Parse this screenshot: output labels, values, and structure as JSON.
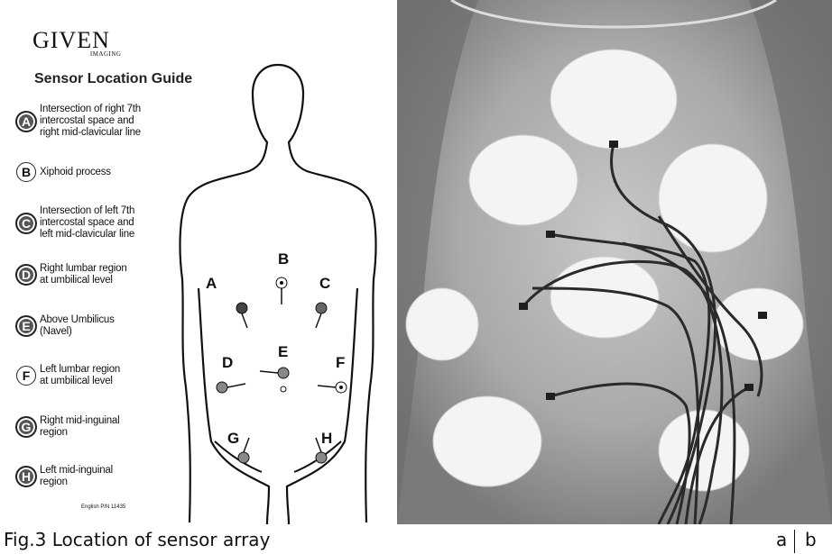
{
  "panel_a": {
    "logo": "GIVEN",
    "logo_sub": "IMAGING",
    "guide_title": "Sensor Location Guide",
    "legend": [
      {
        "letter": "A",
        "style": "filled",
        "text": "Intersection of right 7th\nintercostal space and\nright mid-clavicular line"
      },
      {
        "letter": "B",
        "style": "outline",
        "text": "Xiphoid process"
      },
      {
        "letter": "C",
        "style": "filled",
        "text": "Intersection of left 7th\nintercostal space and\nleft mid-clavicular line"
      },
      {
        "letter": "D",
        "style": "filled",
        "text": "Right lumbar region\nat umbilical level"
      },
      {
        "letter": "E",
        "style": "filled",
        "text": "Above Umbilicus\n(Navel)"
      },
      {
        "letter": "F",
        "style": "outline",
        "text": "Left lumbar region\nat umbilical level"
      },
      {
        "letter": "G",
        "style": "filled",
        "text": "Right mid-inguinal\nregion"
      },
      {
        "letter": "H",
        "style": "filled",
        "text": "Left mid-inguinal\nregion"
      }
    ],
    "part_number": "English P/N 11435",
    "body_points": [
      "A",
      "B",
      "C",
      "D",
      "E",
      "F",
      "G",
      "H"
    ]
  },
  "caption": "Fig.3  Location of sensor array",
  "panel_labels": [
    "a",
    "b"
  ],
  "colors": {
    "photo_bg": "#9a9a9a",
    "skin": "#8c8c8c",
    "sensor": "#f2f2f2",
    "cable": "#2a2a2a"
  }
}
